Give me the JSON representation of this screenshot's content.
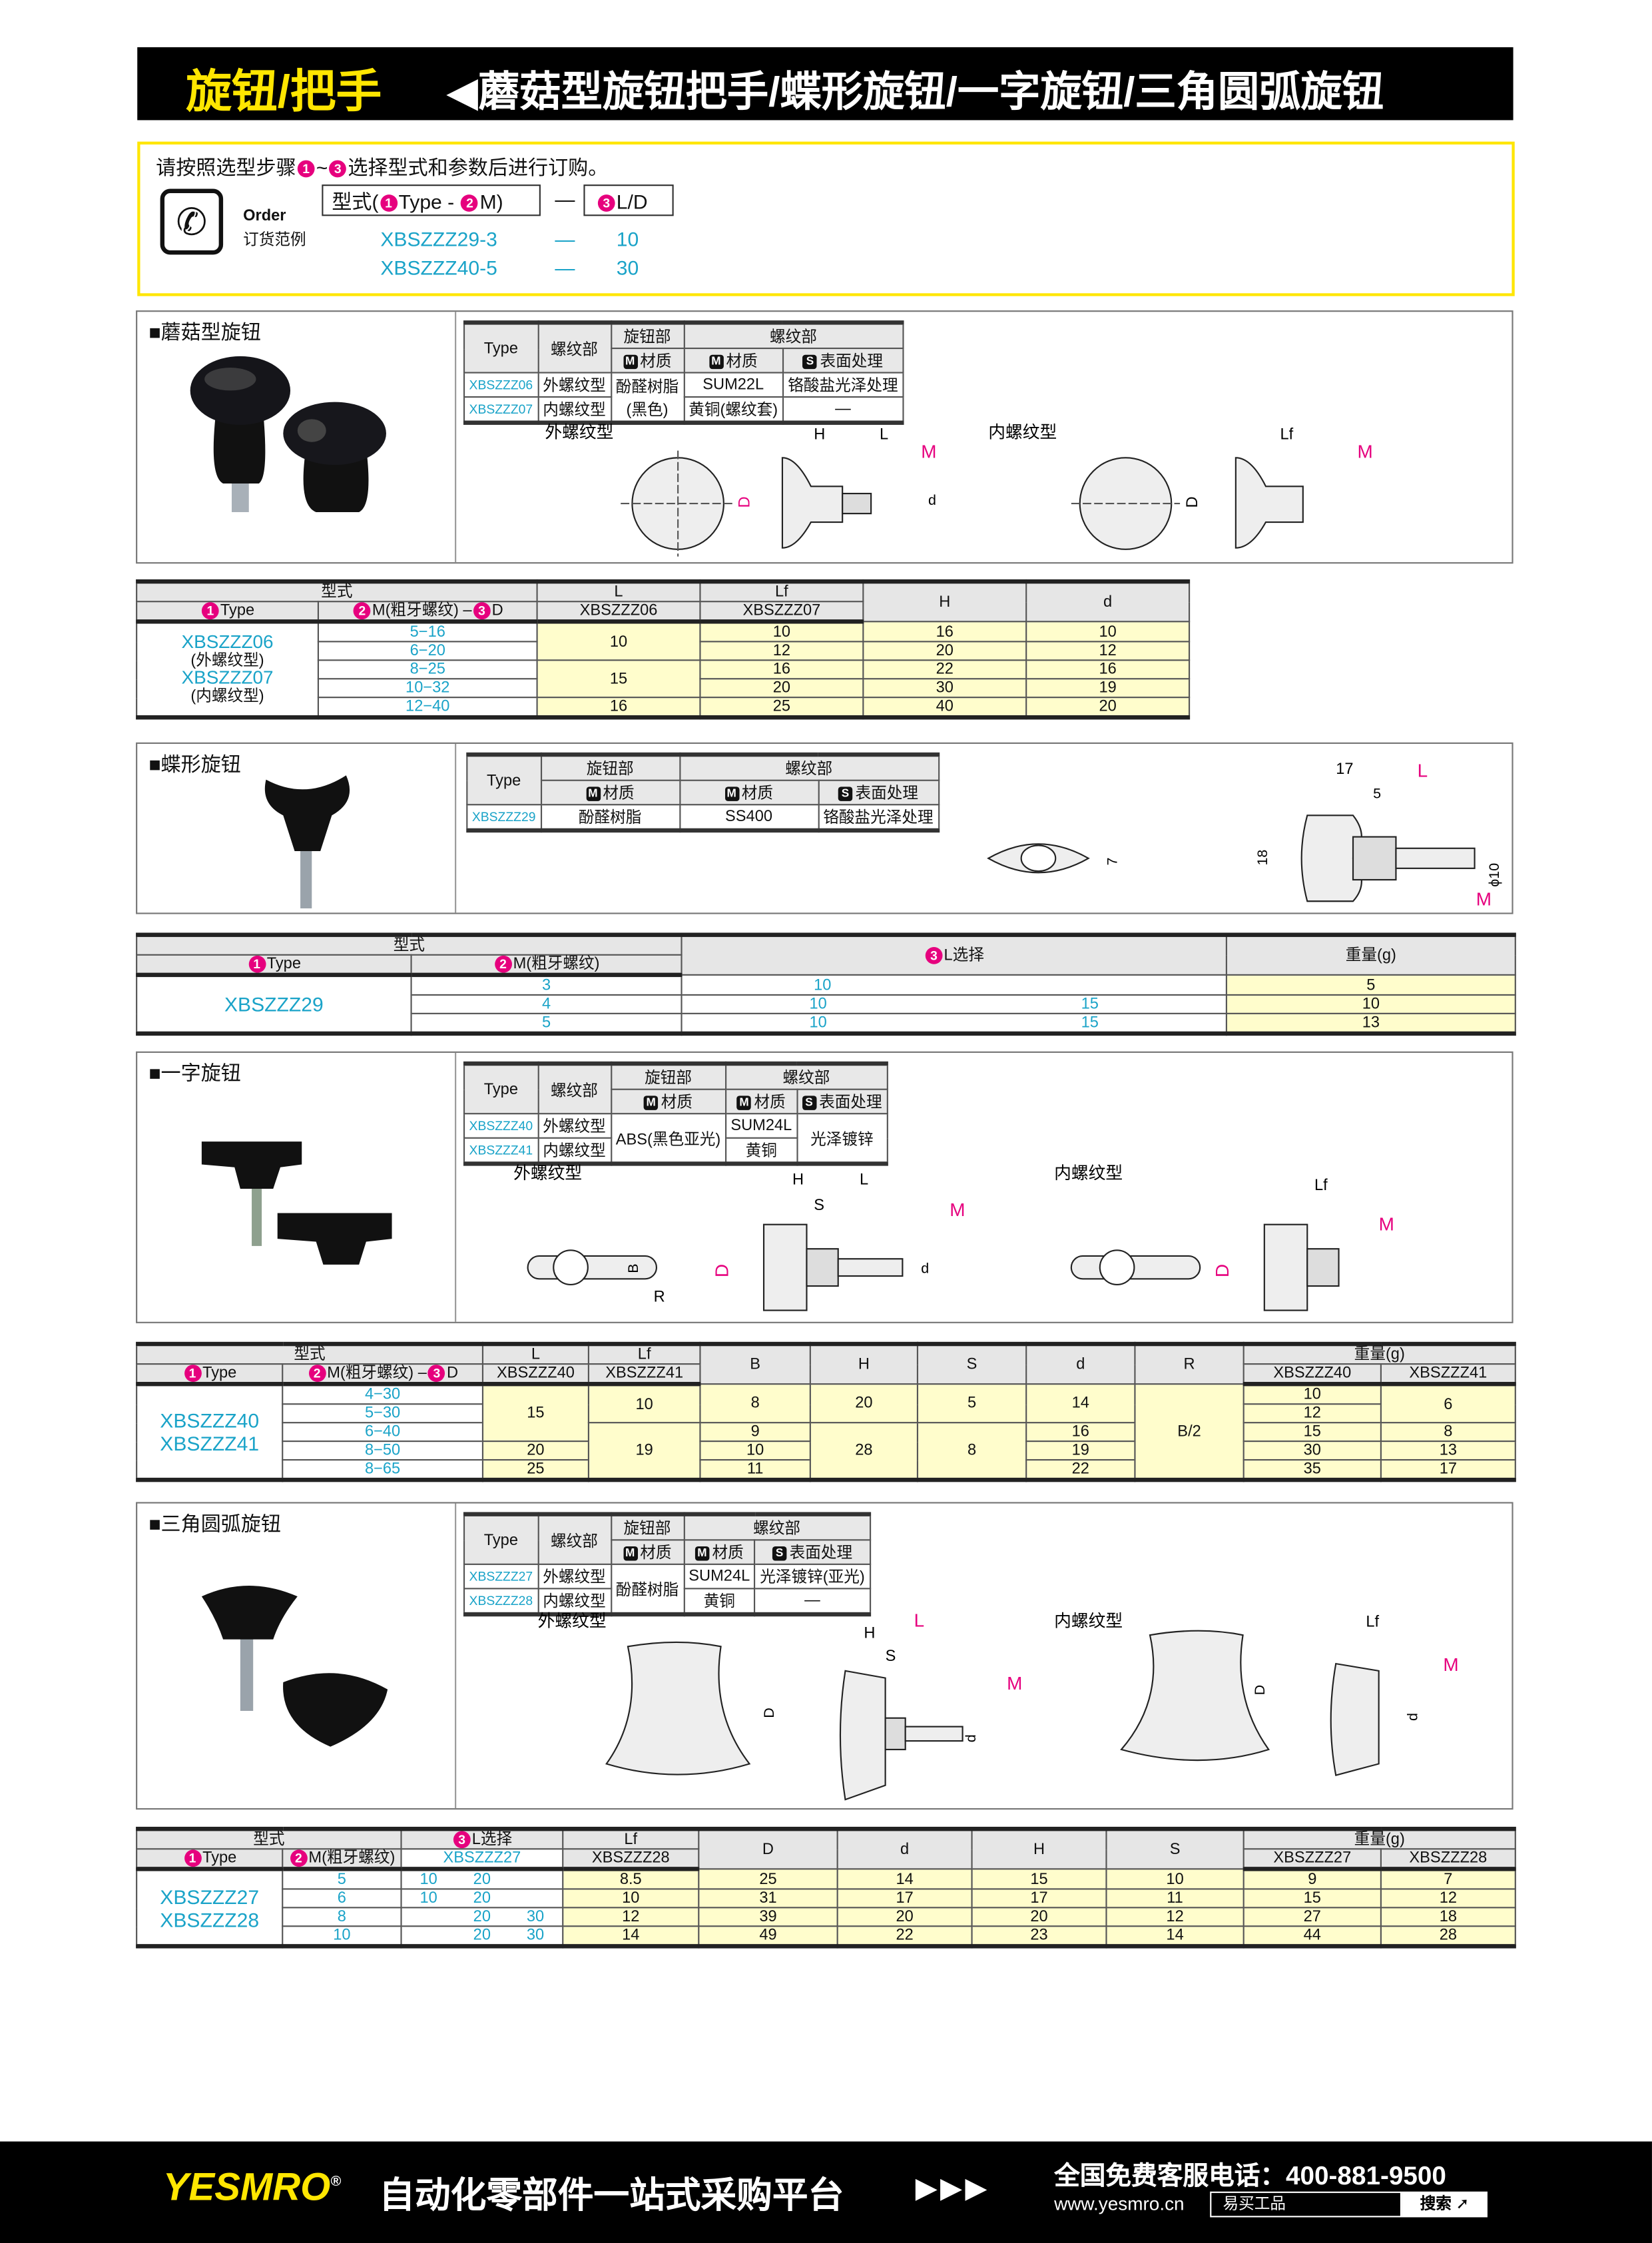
{
  "header": {
    "category": "旋钮/把手",
    "title": "◀蘑菇型旋钮把手/蝶形旋钮/一字旋钮/三角圆弧旋钮"
  },
  "markers": {
    "m1": "1",
    "m2": "2",
    "m3": "3",
    "M": "M",
    "S": "S"
  },
  "order": {
    "instruction_pre": "请按照选型步骤",
    "tilde": "~",
    "instruction_post": "选择型式和参数后进行订购。",
    "label_en": "Order",
    "label_cn": "订货范例",
    "format_pre": "型式(",
    "format_type": "Type - ",
    "format_m": "M)",
    "dash": "—",
    "format_ld": "L/D",
    "examples": [
      {
        "code": "XBSZZZ29-3",
        "dash": "—",
        "value": "10"
      },
      {
        "code": "XBSZZZ40-5",
        "dash": "—",
        "value": "30"
      }
    ]
  },
  "spec_headers": {
    "type": "Type",
    "thread_part": "螺纹部",
    "knob_part": "旋钮部",
    "material": "材质",
    "surface": "表面处理"
  },
  "dims": {
    "H": "H",
    "L": "L",
    "Lf": "Lf",
    "D": "D",
    "d": "d",
    "S": "S",
    "B": "B",
    "R": "R",
    "M": "M",
    "ext": "外螺纹型",
    "int": "内螺纹型"
  },
  "mushroom": {
    "title": "■蘑菇型旋钮",
    "spec": {
      "rows": [
        {
          "type": "XBSZZZ06",
          "thread": "外螺纹型",
          "thread_material": "SUM22L",
          "surface": "铬酸盐光泽处理"
        },
        {
          "type": "XBSZZZ07",
          "thread": "内螺纹型",
          "thread_material": "黄铜(螺纹套)",
          "surface": "—"
        }
      ],
      "knob_material_1": "酚醛树脂",
      "knob_material_2": "(黑色)"
    },
    "table": {
      "h_model": "型式",
      "h_type": "Type",
      "h_m": "M(粗牙螺纹) –",
      "h_d_sel": "D",
      "h_L": "L",
      "h_L_sub": "XBSZZZ06",
      "h_Lf": "Lf",
      "h_Lf_sub": "XBSZZZ07",
      "h_H": "H",
      "h_dd": "d",
      "type_1": "XBSZZZ06",
      "type_1_note": "(外螺纹型)",
      "type_2": "XBSZZZ07",
      "type_2_note": "(内螺纹型)",
      "rows": [
        {
          "md": "5−16",
          "L": "10",
          "Lf": "10",
          "H": "16",
          "d": "10"
        },
        {
          "md": "6−20",
          "Lf": "12",
          "H": "20",
          "d": "12"
        },
        {
          "md": "8−25",
          "L": "15",
          "Lf": "16",
          "H": "22",
          "d": "16"
        },
        {
          "md": "10−32",
          "Lf": "20",
          "H": "30",
          "d": "19"
        },
        {
          "md": "12−40",
          "L": "16",
          "Lf": "25",
          "H": "40",
          "d": "20"
        }
      ]
    }
  },
  "butterfly": {
    "title": "■蝶形旋钮",
    "spec": {
      "type": "XBSZZZ29",
      "knob_material": "酚醛树脂",
      "thread_material": "SS400",
      "surface": "铬酸盐光泽处理"
    },
    "drawing": {
      "w": "17",
      "s": "5",
      "t": "7",
      "h": "18",
      "phi": "ϕ10"
    },
    "table": {
      "h_model": "型式",
      "h_type": "Type",
      "h_m": "M(粗牙螺纹)",
      "h_L": "L选择",
      "h_w": "重量(g)",
      "type": "XBSZZZ29",
      "rows": [
        {
          "M": "3",
          "L1": "10",
          "L2": "",
          "w": "5"
        },
        {
          "M": "4",
          "L1": "10",
          "L2": "15",
          "w": "10"
        },
        {
          "M": "5",
          "L1": "10",
          "L2": "15",
          "w": "13"
        }
      ]
    }
  },
  "wing": {
    "title": "■一字旋钮",
    "spec": {
      "rows": [
        {
          "type": "XBSZZZ40",
          "thread": "外螺纹型",
          "thread_material": "SUM24L"
        },
        {
          "type": "XBSZZZ41",
          "thread": "内螺纹型",
          "thread_material": "黄铜"
        }
      ],
      "knob_material": "ABS(黑色亚光)",
      "surface": "光泽镀锌"
    },
    "table": {
      "h_model": "型式",
      "h_type": "Type",
      "h_m": "M(粗牙螺纹) –",
      "h_d_sel": "D",
      "h_L": "L",
      "h_L_sub": "XBSZZZ40",
      "h_Lf": "Lf",
      "h_Lf_sub": "XBSZZZ41",
      "h_B": "B",
      "h_H": "H",
      "h_S": "S",
      "h_dd": "d",
      "h_R": "R",
      "h_w": "重量(g)",
      "h_w1": "XBSZZZ40",
      "h_w2": "XBSZZZ41",
      "type_1": "XBSZZZ40",
      "type_2": "XBSZZZ41",
      "R": "B/2",
      "rows": [
        {
          "md": "4−30",
          "L": "15",
          "Lf": "10",
          "B": "8",
          "H": "20",
          "S": "5",
          "d": "14",
          "w1": "10",
          "w2": "6"
        },
        {
          "md": "5−30",
          "w1": "12"
        },
        {
          "md": "6−40",
          "Lf": "19",
          "B": "9",
          "H": "28",
          "S": "8",
          "d": "16",
          "w1": "15",
          "w2": "8"
        },
        {
          "md": "8−50",
          "L": "20",
          "B": "10",
          "d": "19",
          "w1": "30",
          "w2": "13"
        },
        {
          "md": "8−65",
          "L": "25",
          "B": "11",
          "d": "22",
          "w1": "35",
          "w2": "17"
        }
      ]
    }
  },
  "triangle": {
    "title": "■三角圆弧旋钮",
    "spec": {
      "rows": [
        {
          "type": "XBSZZZ27",
          "thread": "外螺纹型",
          "thread_material": "SUM24L",
          "surface": "光泽镀锌(亚光)"
        },
        {
          "type": "XBSZZZ28",
          "thread": "内螺纹型",
          "thread_material": "黄铜",
          "surface": "—"
        }
      ],
      "knob_material": "酚醛树脂"
    },
    "table": {
      "h_model": "型式",
      "h_type": "Type",
      "h_m": "M(粗牙螺纹)",
      "h_L": "L选择",
      "h_L_sub": "XBSZZZ27",
      "h_Lf": "Lf",
      "h_Lf_sub": "XBSZZZ28",
      "h_D": "D",
      "h_dd": "d",
      "h_H": "H",
      "h_S": "S",
      "h_w": "重量(g)",
      "h_w1": "XBSZZZ27",
      "h_w2": "XBSZZZ28",
      "type_1": "XBSZZZ27",
      "type_2": "XBSZZZ28",
      "rows": [
        {
          "M": "5",
          "L1": "10",
          "L2": "20",
          "L3": "",
          "Lf": "8.5",
          "D": "25",
          "d": "14",
          "H": "15",
          "S": "10",
          "w1": "9",
          "w2": "7"
        },
        {
          "M": "6",
          "L1": "10",
          "L2": "20",
          "L3": "",
          "Lf": "10",
          "D": "31",
          "d": "17",
          "H": "17",
          "S": "11",
          "w1": "15",
          "w2": "12"
        },
        {
          "M": "8",
          "L1": "",
          "L2": "20",
          "L3": "30",
          "Lf": "12",
          "D": "39",
          "d": "20",
          "H": "20",
          "S": "12",
          "w1": "27",
          "w2": "18"
        },
        {
          "M": "10",
          "L1": "",
          "L2": "20",
          "L3": "30",
          "Lf": "14",
          "D": "49",
          "d": "22",
          "H": "23",
          "S": "14",
          "w1": "44",
          "w2": "28"
        }
      ]
    }
  },
  "footer": {
    "logo": "YESMRO",
    "reg": "®",
    "slogan": "自动化零部件一站式采购平台",
    "arrows": "▶▶▶",
    "hotline_label": "全国免费客服电话：",
    "hotline": "400-881-9500",
    "url": "www.yesmro.cn",
    "search_placeholder": "易买工品",
    "search_button": "搜索"
  }
}
